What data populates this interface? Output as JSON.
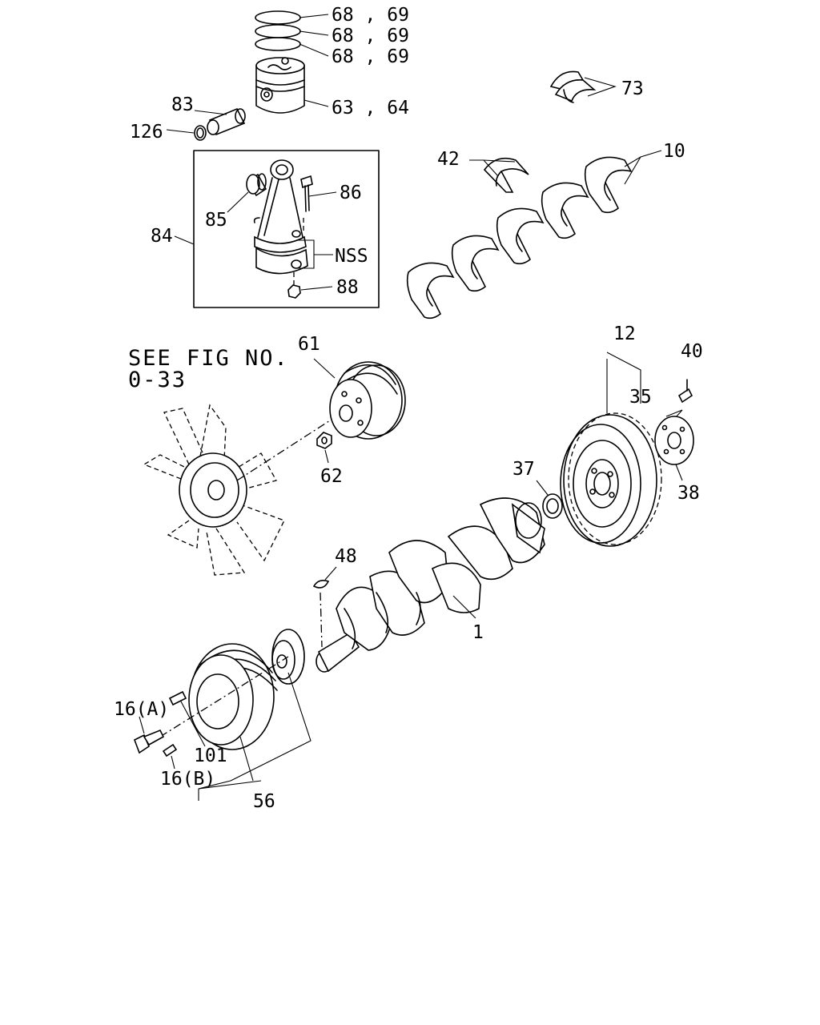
{
  "note": {
    "line1": "SEE FIG NO.",
    "line2": "0-33"
  },
  "callouts": {
    "ring_a": "68 , 69",
    "ring_b": "68 , 69",
    "ring_c": "68 , 69",
    "piston": "63 , 64",
    "pin": "83",
    "snap_ring": "126",
    "conrod_assy": "84",
    "bushing": "85",
    "conrod_bolt": "86",
    "nss": "NSS",
    "conrod_nut": "88",
    "thrust_washer": "73",
    "thrust_bearing": "42",
    "main_bearing": "10",
    "pulley_fan": "61",
    "fan_nut": "62",
    "flywheel": "12",
    "ring_gear": "35",
    "flywheel_bolt": "40",
    "plate": "38",
    "pilot_bearing": "37",
    "crankshaft": "1",
    "key": "48",
    "bolt_a": "16(A)",
    "bolt_b": "16(B)",
    "pin_101": "101",
    "damper_assy": "56"
  }
}
